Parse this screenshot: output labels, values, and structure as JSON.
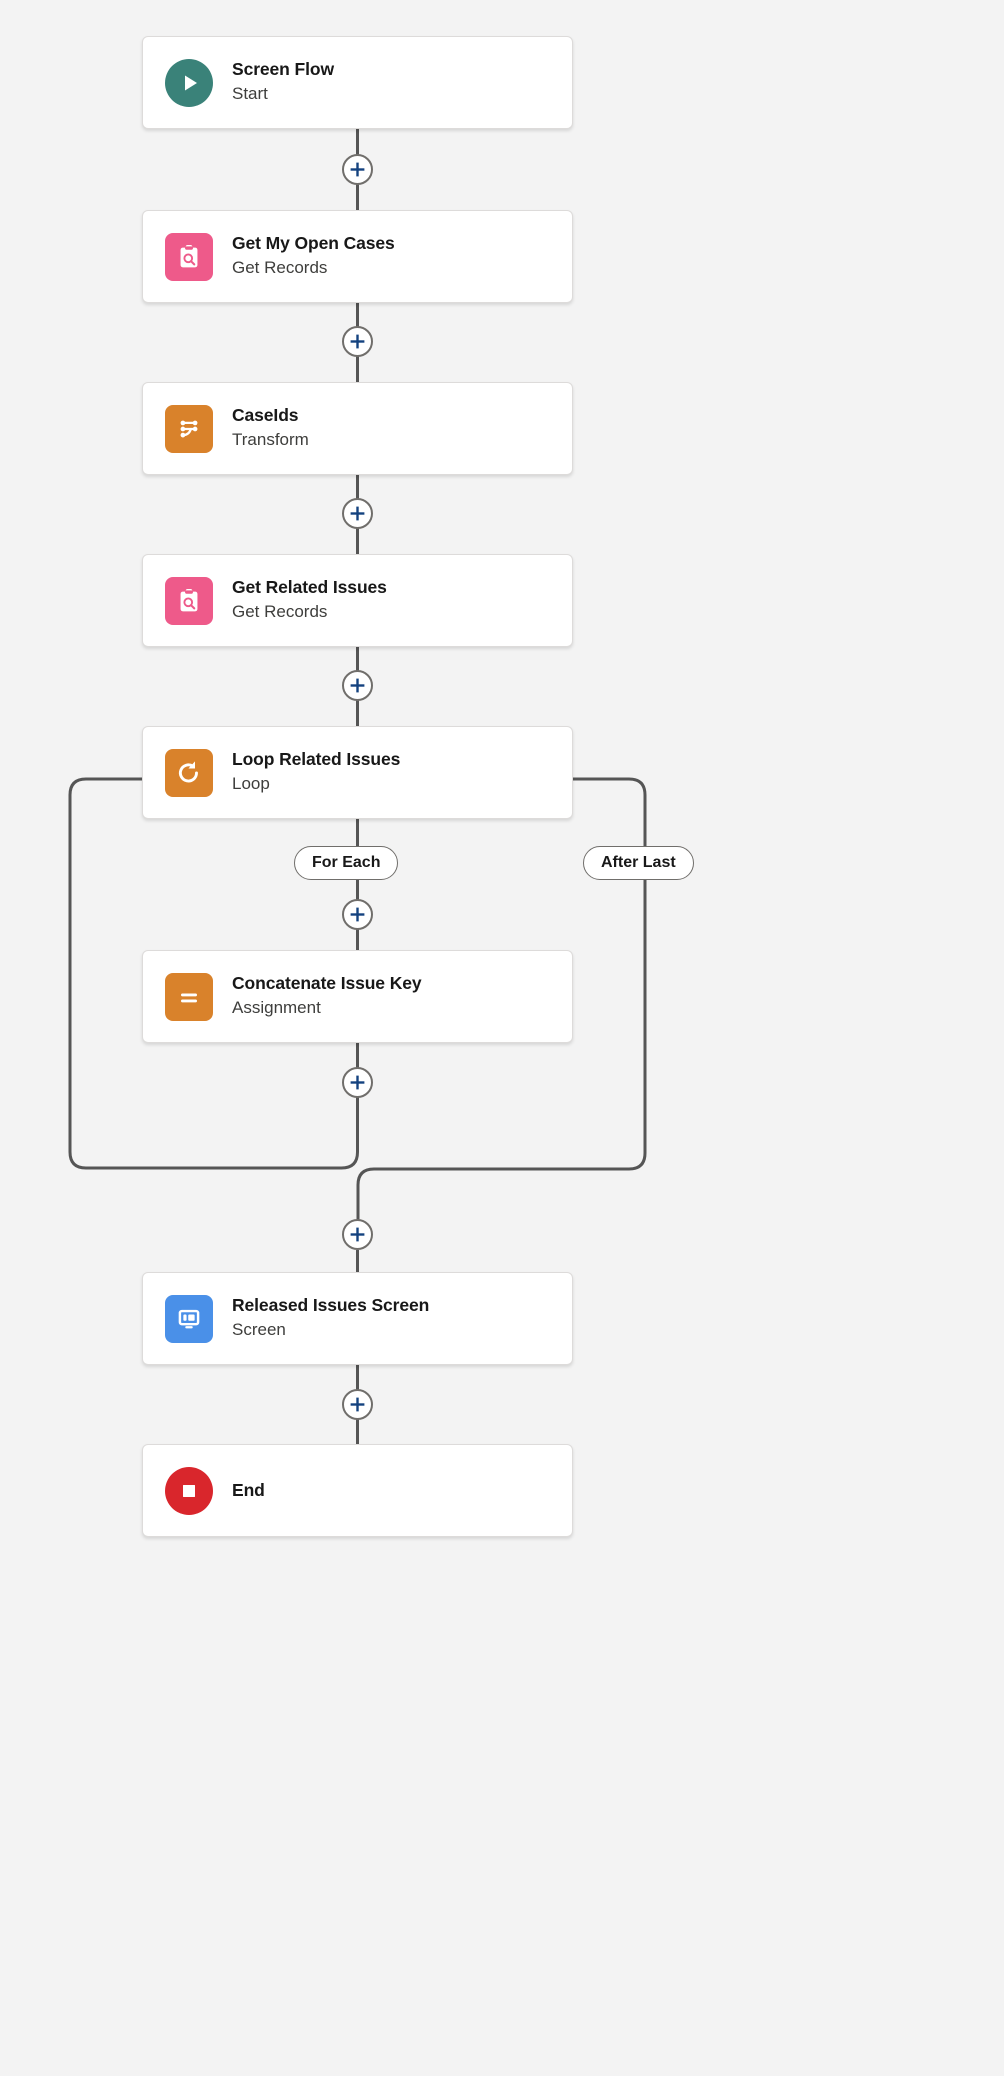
{
  "canvas": {
    "background_color": "#f3f3f3",
    "connector_color": "#555555",
    "plus_icon_color": "#14427f"
  },
  "flow": {
    "nodes": [
      {
        "id": "start",
        "title": "Screen Flow",
        "subtitle": "Start",
        "icon": "play-icon",
        "icon_color": "#3a8279"
      },
      {
        "id": "get-my-open-cases",
        "title": "Get My Open Cases",
        "subtitle": "Get Records",
        "icon": "clipboard-search-icon",
        "icon_color": "#ee5a8a"
      },
      {
        "id": "caseids",
        "title": "CaseIds",
        "subtitle": "Transform",
        "icon": "transform-mapping-icon",
        "icon_color": "#d9822b"
      },
      {
        "id": "get-related-issues",
        "title": "Get Related Issues",
        "subtitle": "Get Records",
        "icon": "clipboard-search-icon",
        "icon_color": "#ee5a8a"
      },
      {
        "id": "loop-related-issues",
        "title": "Loop Related Issues",
        "subtitle": "Loop",
        "icon": "loop-refresh-icon",
        "icon_color": "#d9822b"
      },
      {
        "id": "concatenate-issue-key",
        "title": "Concatenate Issue Key",
        "subtitle": "Assignment",
        "icon": "equals-icon",
        "icon_color": "#d9822b"
      },
      {
        "id": "released-issues-screen",
        "title": "Released Issues Screen",
        "subtitle": "Screen",
        "icon": "monitor-icon",
        "icon_color": "#4a90e8"
      },
      {
        "id": "end",
        "title": "End",
        "subtitle": "",
        "icon": "stop-square-icon",
        "icon_color": "#d9262c"
      }
    ],
    "branch_labels": [
      {
        "id": "for-each",
        "label": "For Each"
      },
      {
        "id": "after-last",
        "label": "After Last"
      }
    ],
    "add_buttons": [
      {
        "id": "add-after-start"
      },
      {
        "id": "add-after-get-my-open-cases"
      },
      {
        "id": "add-after-caseids"
      },
      {
        "id": "add-after-get-related-issues"
      },
      {
        "id": "add-in-loop-before-assignment"
      },
      {
        "id": "add-in-loop-after-assignment"
      },
      {
        "id": "add-after-loop"
      },
      {
        "id": "add-after-screen"
      }
    ]
  }
}
